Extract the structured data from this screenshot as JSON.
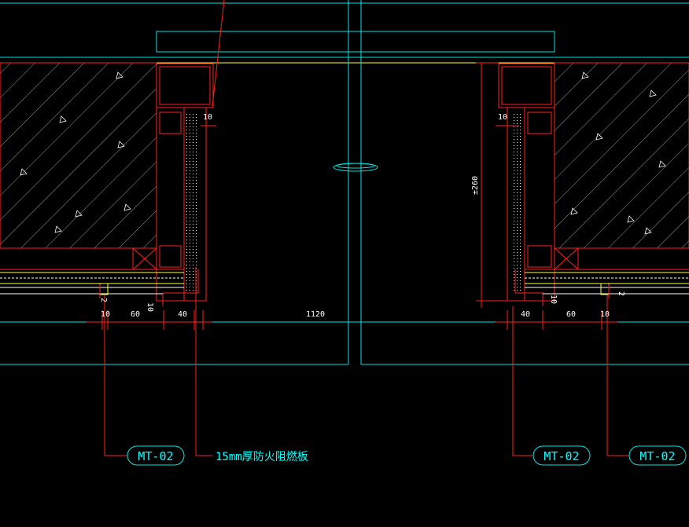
{
  "colors": {
    "background": "#000000",
    "wall_outline": "#ff2020",
    "centerline": "#00e5e5",
    "guide": "#ffff40",
    "hatch": "#ffffff",
    "leader": "#ff2020",
    "text_dim": "#ffffff",
    "text_tag": "#00ffff"
  },
  "dimensions": {
    "left": {
      "d10_top": "10",
      "d10_bottom": "10",
      "d2": "2",
      "d10": "10",
      "d60": "60",
      "d40": "40"
    },
    "center": {
      "span": "1120"
    },
    "right": {
      "d10_top": "10",
      "height": "±260",
      "d10_bottom": "10",
      "d2": "2",
      "d40": "40",
      "d60": "60",
      "d10": "10"
    }
  },
  "callouts": {
    "left_tag": "MT-02",
    "left_note": "15mm厚防火阻燃板",
    "right_tag_1": "MT-02",
    "right_tag_2": "MT-02"
  }
}
